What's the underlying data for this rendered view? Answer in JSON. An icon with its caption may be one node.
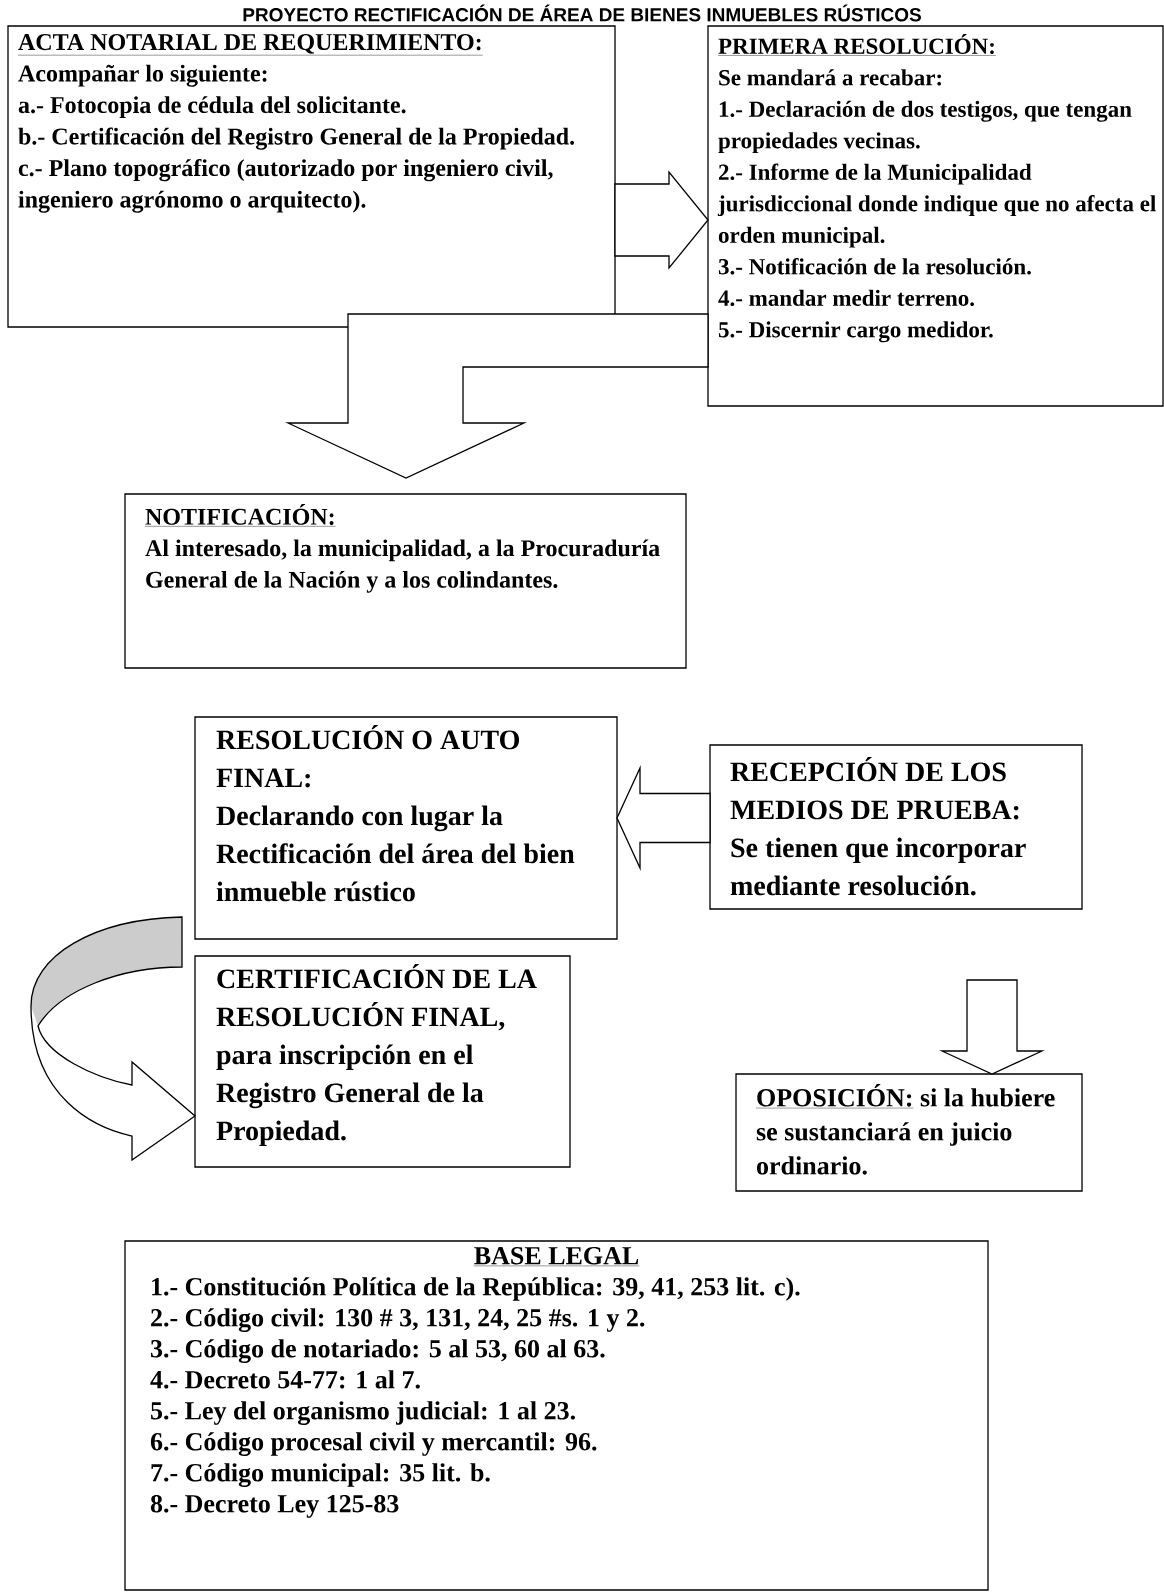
{
  "diagram": {
    "title": "PROYECTO RECTIFICACIÓN DE ÁREA DE BIENES INMUEBLES RÚSTICOS",
    "nodes": [
      {
        "text": [
          "ACTA NOTARIAL DE REQUERIMIENTO:",
          "Acompañar lo siguiente:",
          "a.- Fotocopia de cédula del solicitante.",
          "b.- Certificación del Registro General de la Propiedad.",
          "c.- Plano topográfico (autorizado por ingeniero civil, ingeniero agrónomo o arquitecto)."
        ]
      },
      {
        "text": [
          "PRIMERA RESOLUCIÓN:",
          "Se mandará a recabar:",
          "1.- Declaración de dos testigos, que tengan propiedades vecinas.",
          "2.- Informe de la Municipalidad jurisdiccional donde indique que no afecta el orden municipal.",
          "3.- Notificación de la resolución.",
          "4.- mandar medir terreno.",
          "5.- Discernir cargo medidor."
        ]
      },
      {
        "text": [
          "NOTIFICACIÓN:",
          "Al interesado, la municipalidad, a la Procuraduría General de la Nación y a los colindantes."
        ]
      },
      {
        "text": [
          "RESOLUCIÓN O AUTO FINAL:",
          "Declarando con lugar la Rectificación del área del bien inmueble rústico"
        ]
      },
      {
        "text": [
          "RECEPCIÓN DE LOS MEDIOS DE PRUEBA:",
          "Se tienen que incorporar mediante resolución."
        ]
      },
      {
        "text": [
          "CERTIFICACIÓN DE LA RESOLUCIÓN FINAL,",
          "para inscripción en el Registro General de la Propiedad."
        ]
      },
      {
        "text": [
          "OPOSICIÓN:",
          "si la hubiere se sustanciará en juicio ordinario."
        ]
      },
      {
        "text": [
          "BASE LEGAL",
          "1.- Constitución Política de la República: 39, 41, 253 lit. c).",
          "2.- Código civil: 130 # 3, 131, 24, 25 #s. 1 y 2.",
          "3.- Código de notariado: 5 al 53, 60 al 63.",
          "4.- Decreto 54-77: 1 al 7.",
          "5.- Ley del organismo judicial: 1 al 23.",
          "6.- Código procesal civil y mercantil: 96.",
          "7.- Código municipal: 35 lit. b.",
          "8.- Decreto Ley 125-83"
        ]
      }
    ],
    "edges": [
      {
        "from": 0,
        "to": 1,
        "arrow": "to"
      },
      {
        "from": 1,
        "to": 2,
        "arrow": "to"
      },
      {
        "from": 4,
        "to": 3,
        "arrow": "to"
      },
      {
        "from": 3,
        "to": 5,
        "arrow": "to"
      },
      {
        "from": 4,
        "to": 6,
        "arrow": "to"
      }
    ]
  }
}
